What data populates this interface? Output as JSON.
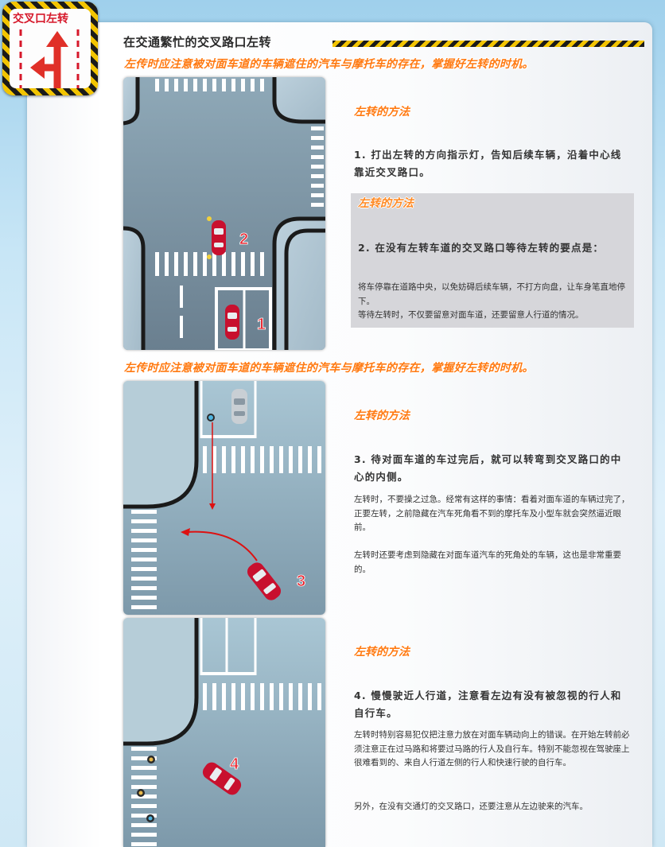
{
  "badge": {
    "title": "交叉口左转"
  },
  "header": {
    "title": "在交通繁忙的交叉路口左转",
    "subtitle": "左传时应注意被对面车道的车辆遮住的汽车与摩托车的存在，掌握好左转的时机。"
  },
  "section1": {
    "heading": "左转的方法",
    "step": "1. 打出左转的方向指示灯，告知后续车辆，沿着中心线靠近交叉路口。",
    "car_labels": [
      "2",
      "1"
    ]
  },
  "section2": {
    "heading": "左转的方法",
    "step": "2. 在没有左转车道的交叉路口等待左转的要点是：",
    "paragraphs": [
      "将车停靠在道路中央，以免妨碍后续车辆，不打方向盘，让车身笔直地停下。",
      "等待左转时，不仅要留意对面车道，还要留意人行道的情况。"
    ]
  },
  "divider": {
    "subtitle": "左传时应注意被对面车道的车辆遮住的汽车与摩托车的存在，掌握好左转的时机。"
  },
  "section3": {
    "heading": "左转的方法",
    "step": "3. 待对面车道的车过完后，就可以转弯到交叉路口的中心的内侧。",
    "paragraphs": [
      "左转时，不要操之过急。经常有这样的事情：看着对面车道的车辆过完了，正要左转，之前隐藏在汽车死角看不到的摩托车及小型车就会突然逼近眼前。",
      "左转时还要考虑到隐藏在对面车道汽车的死角处的车辆，这也是非常重要的。"
    ],
    "car_label": "3"
  },
  "section4": {
    "heading": "左转的方法",
    "step": "4. 慢慢驶近人行道，注意看左边有没有被忽视的行人和自行车。",
    "paragraphs": [
      "左转时特别容易犯仅把注意力放在对面车辆动向上的错误。在开始左转前必须注意正在过马路和将要过马路的行人及自行车。特别不能忽视在驾驶座上很难看到的、来自人行道左侧的行人和快速行驶的自行车。",
      "另外，在没有交通灯的交叉路口，还要注意从左边驶来的汽车。"
    ],
    "car_label": "4"
  },
  "colors": {
    "accent": "#ff7a12",
    "road": "#7d93a3",
    "car_red": "#c8102e",
    "hazard_yellow": "#f2c400"
  }
}
